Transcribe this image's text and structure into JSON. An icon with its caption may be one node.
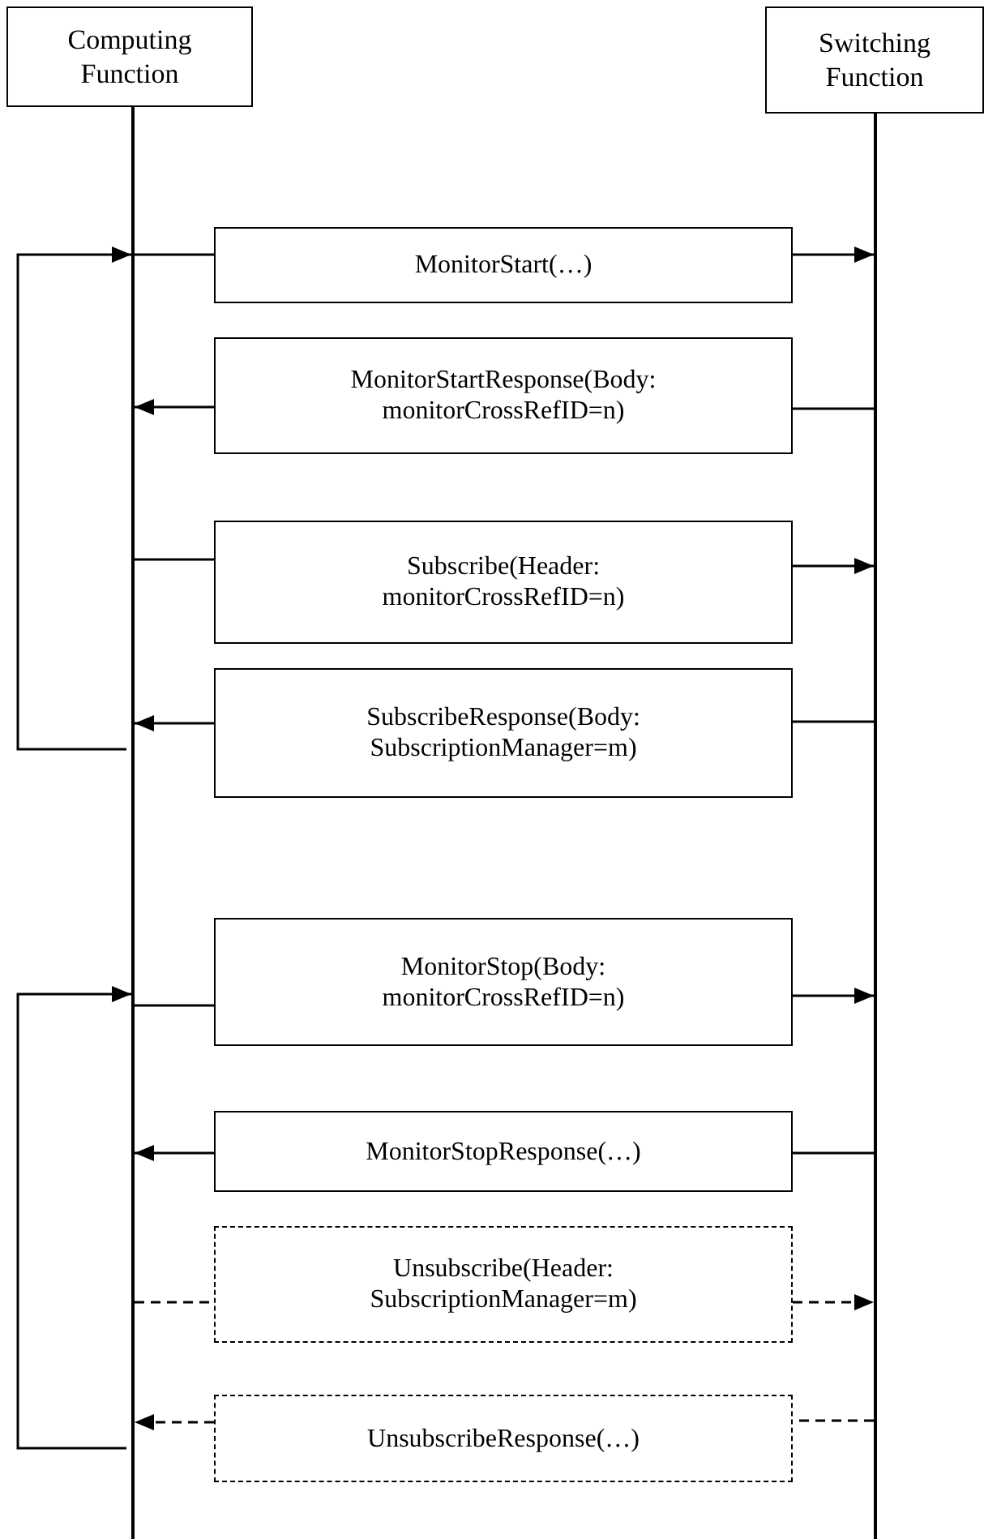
{
  "diagram": {
    "nodes": [
      {
        "text": [
          "Computing Function"
        ]
      },
      {
        "text": [
          "Switching Function"
        ]
      },
      {
        "text": [],
        "shape": "line"
      },
      {
        "text": [],
        "shape": "line"
      },
      {
        "text": [
          "MonitorStart(…)"
        ]
      },
      {
        "text": [
          "MonitorStartResponse(Body: monitorCrossRefID=n)"
        ]
      },
      {
        "text": [
          "Subscribe(Header: monitorCrossRefID=n)"
        ]
      },
      {
        "text": [
          "SubscribeResponse(Body: SubscriptionManager=m)"
        ]
      },
      {
        "text": [
          "MonitorStop(Body: monitorCrossRefID=n)"
        ]
      },
      {
        "text": [
          "MonitorStopResponse(…)"
        ]
      },
      {
        "text": [
          "Unsubscribe(Header: SubscriptionManager=m)"
        ]
      },
      {
        "text": [
          "UnsubscribeResponse(…)"
        ]
      }
    ],
    "edges": [
      {
        "from": 2,
        "to": 4,
        "arrow": "none"
      },
      {
        "from": 4,
        "to": 3,
        "arrow": "to"
      },
      {
        "from": 3,
        "to": 5,
        "arrow": "none"
      },
      {
        "from": 5,
        "to": 2,
        "arrow": "to"
      },
      {
        "from": 2,
        "to": 6,
        "arrow": "none"
      },
      {
        "from": 6,
        "to": 3,
        "arrow": "to"
      },
      {
        "from": 3,
        "to": 7,
        "arrow": "none"
      },
      {
        "from": 7,
        "to": 2,
        "arrow": "to"
      },
      {
        "from": 2,
        "to": 2,
        "arrow": "to"
      },
      {
        "from": 2,
        "to": 8,
        "arrow": "none"
      },
      {
        "from": 8,
        "to": 3,
        "arrow": "to"
      },
      {
        "from": 3,
        "to": 9,
        "arrow": "none"
      },
      {
        "from": 9,
        "to": 2,
        "arrow": "to"
      },
      {
        "from": 2,
        "to": 10,
        "arrow": "none",
        "style": "dashed"
      },
      {
        "from": 10,
        "to": 3,
        "arrow": "to",
        "style": "dashed"
      },
      {
        "from": 3,
        "to": 11,
        "arrow": "none",
        "style": "dashed"
      },
      {
        "from": 11,
        "to": 2,
        "arrow": "to",
        "style": "dashed"
      },
      {
        "from": 2,
        "to": 2,
        "arrow": "to"
      }
    ]
  }
}
